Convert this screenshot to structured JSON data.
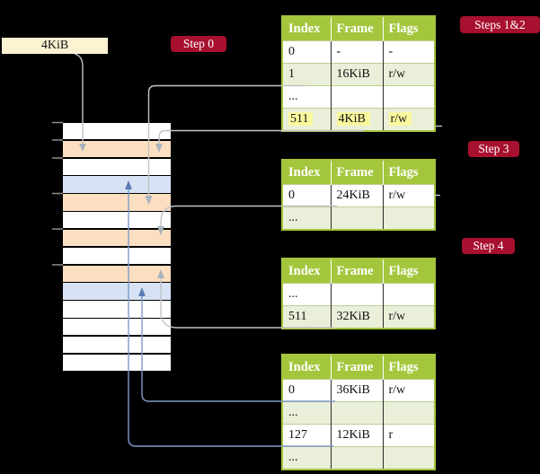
{
  "colors": {
    "badge-red": "#a8102f",
    "table-green": "#a4c63d",
    "row-green": "#e9efd8",
    "highlight-yellow": "#fbf99f",
    "frame-orange": "#fcdfc0",
    "frame-blue": "#d7e3f4",
    "frame-white": "#ffffff",
    "label-cream": "#fdf2d2",
    "line-gray": "#c2c4c6",
    "arrow-gray": "#a9b3bd",
    "line-blue": "#7e9ac9",
    "arrow-blue": "#5b7db2"
  },
  "labels": {
    "frame_size": "4KiB",
    "step0": "Step 0",
    "steps12": "Steps 1&2",
    "step3": "Step 3",
    "step4": "Step 4"
  },
  "memory": {
    "rows": [
      {
        "fill": "white"
      },
      {
        "fill": "orange"
      },
      {
        "fill": "white"
      },
      {
        "fill": "blue"
      },
      {
        "fill": "orange"
      },
      {
        "fill": "white"
      },
      {
        "fill": "orange"
      },
      {
        "fill": "white"
      },
      {
        "fill": "orange"
      },
      {
        "fill": "blue"
      },
      {
        "fill": "white"
      },
      {
        "fill": "white"
      },
      {
        "fill": "white"
      },
      {
        "fill": "white"
      }
    ]
  },
  "tables": [
    {
      "name": "page-table-1",
      "headers": [
        "Index",
        "Frame",
        "Flags"
      ],
      "rows": [
        {
          "cells": [
            "0",
            "-",
            "-"
          ],
          "shade": false,
          "highlight": false
        },
        {
          "cells": [
            "1",
            "16KiB",
            "r/w"
          ],
          "shade": true,
          "highlight": false
        },
        {
          "cells": [
            "...",
            "",
            ""
          ],
          "shade": false,
          "highlight": false
        },
        {
          "cells": [
            "511",
            "4KiB",
            "r/w"
          ],
          "shade": true,
          "highlight": true
        }
      ]
    },
    {
      "name": "page-table-2",
      "headers": [
        "Index",
        "Frame",
        "Flags"
      ],
      "rows": [
        {
          "cells": [
            "0",
            "24KiB",
            "r/w"
          ],
          "shade": false,
          "highlight": false
        },
        {
          "cells": [
            "...",
            "",
            ""
          ],
          "shade": true,
          "highlight": false
        }
      ]
    },
    {
      "name": "page-table-3",
      "headers": [
        "Index",
        "Frame",
        "Flags"
      ],
      "rows": [
        {
          "cells": [
            "...",
            "",
            ""
          ],
          "shade": false,
          "highlight": false
        },
        {
          "cells": [
            "511",
            "32KiB",
            "r/w"
          ],
          "shade": true,
          "highlight": false
        }
      ]
    },
    {
      "name": "page-table-4",
      "headers": [
        "Index",
        "Frame",
        "Flags"
      ],
      "rows": [
        {
          "cells": [
            "0",
            "36KiB",
            "r/w"
          ],
          "shade": false,
          "highlight": false
        },
        {
          "cells": [
            "...",
            "",
            ""
          ],
          "shade": true,
          "highlight": false
        },
        {
          "cells": [
            "127",
            "12KiB",
            "r"
          ],
          "shade": false,
          "highlight": false
        },
        {
          "cells": [
            "...",
            "",
            ""
          ],
          "shade": true,
          "highlight": false
        }
      ]
    }
  ],
  "connectors": [
    {
      "name": "frame-label-arrow",
      "from": "4KiB label",
      "to": "memory frame 4KiB",
      "color": "gray"
    },
    {
      "name": "pt1-index1-arrow",
      "from": "table 1 index 1 (16KiB)",
      "to": "memory frame 16KiB",
      "color": "gray"
    },
    {
      "name": "pt1-index511-arrow",
      "from": "table 1 index 511 (4KiB)",
      "to": "memory frame 4KiB",
      "color": "gray"
    },
    {
      "name": "pt2-index0-arrow",
      "from": "table 2 index 0 (24KiB)",
      "to": "memory frame 24KiB",
      "color": "gray"
    },
    {
      "name": "pt3-index511-arrow",
      "from": "table 3 index 511 (32KiB)",
      "to": "memory frame 32KiB",
      "color": "gray"
    },
    {
      "name": "pt4-index0-arrow",
      "from": "table 4 index 0 (36KiB)",
      "to": "memory frame 36KiB",
      "color": "blue"
    },
    {
      "name": "pt4-index127-arrow",
      "from": "table 4 index 127 (12KiB)",
      "to": "memory frame 12KiB",
      "color": "blue"
    }
  ]
}
